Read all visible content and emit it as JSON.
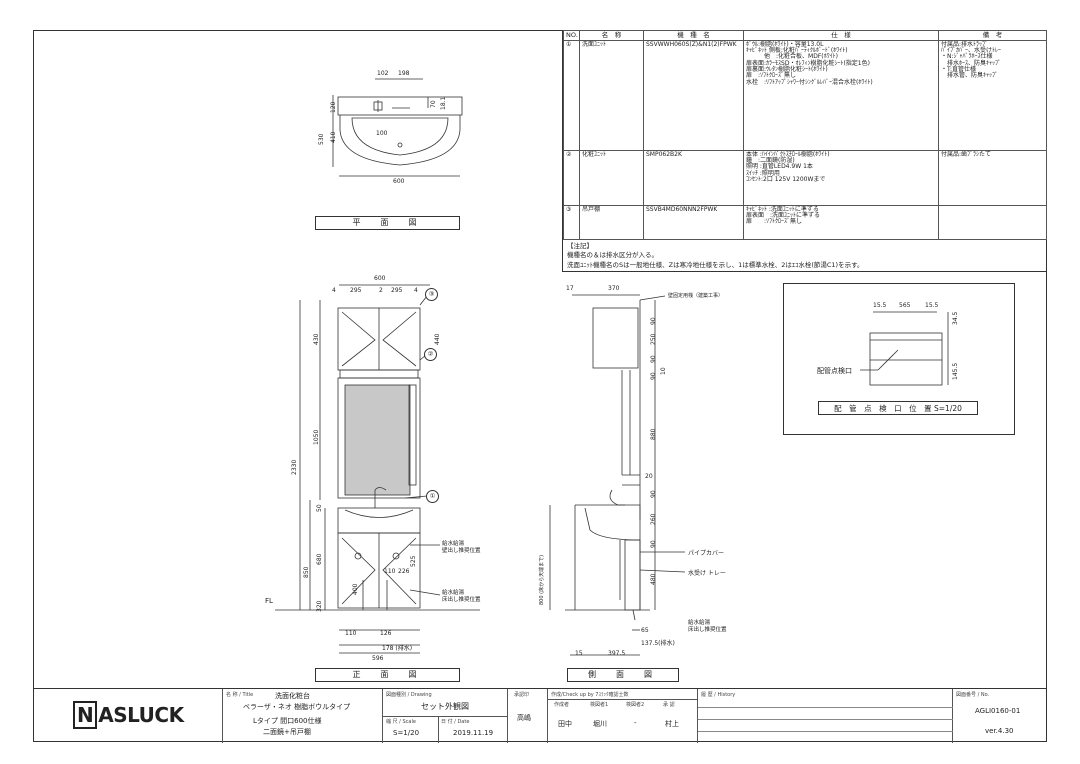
{
  "spec_table": {
    "headers": [
      "NO.",
      "名　称",
      "機　種　名",
      "仕　様",
      "備　考"
    ],
    "rows": [
      {
        "no": "①",
        "name": "洗面ﾕﾆｯﾄ",
        "model": "SSVWWH060S(Z)&N1(2)FPWK",
        "specs": [
          "ﾎﾞｳﾙ:樹脂(ﾎﾜｲﾄ)・容量13.0L",
          "ｷｬﾋﾞﾈｯﾄ 側板:化粧ﾊﾟｰﾃｨｸﾙﾎﾞｰﾄﾞ(ﾎﾜｲﾄ)",
          "　　　他　:化粧合板、MDF(ﾎﾜｲﾄ)",
          "扉表面:ｶﾗｰﾓｽSD・ｵﾚﾌｨﾝ樹脂化粧ｼｰﾄ(指定1色)",
          "扉裏面:ｳﾚﾀﾝ樹脂化粧ｼｰﾄ(ﾎﾜｲﾄ)",
          "扉　:ｿﾌﾄｸﾛｰｽﾞ無し",
          "水栓　:ﾘﾌﾄｱｯﾌﾟｼｬﾜｰ付ｼﾝｸﾞﾙﾚﾊﾞｰ混合水栓(ﾎﾜｲﾄ)"
        ],
        "remarks": [
          "付属品:排水ﾄﾗｯﾌﾟ",
          "ﾊﾟｲﾌﾟｶﾊﾞｰ、水受けﾄﾚｰ",
          "・N:ｼﾞｬﾊﾞﾗﾎｰｽ仕様",
          "　排水ﾎｰｽ、防臭ｷｬｯﾌﾟ",
          "・T:直管仕様",
          "　排水管、防臭ｷｬｯﾌﾟ"
        ]
      },
      {
        "no": "②",
        "name": "化粧ﾕﾆｯﾄ",
        "model": "SMP062B2K",
        "specs": [
          "本体 :ﾊｲｲﾝﾊﾟｸﾄｽﾁﾛｰﾙ樹脂(ﾎﾜｲﾄ)",
          "鏡　:二面鏡(防湿)",
          "照明 :直管LED4.9W 1本",
          "ｽｲｯﾁ :照明用",
          "ｺﾝｾﾝﾄ:2口 125V 1200Wまで"
        ],
        "remarks": [
          "付属品:歯ﾌﾞﾗｼたて"
        ]
      },
      {
        "no": "③",
        "name": "吊戸棚",
        "model": "SSVB4MD60NNN2FPWK",
        "specs": [
          "ｷｬﾋﾞﾈｯﾄ :洗面ﾕﾆｯﾄに準ずる",
          "扉表面　:洗面ﾕﾆｯﾄに準ずる",
          "扉　　:ｿﾌﾄｸﾛｰｽﾞ無し"
        ],
        "remarks": []
      }
    ],
    "notes": [
      "【注記】",
      "機種名の＆は排水区分が入る。",
      "洗面ﾕﾆｯﾄ機種名のSは一般地仕様、Zは寒冷地仕様を示し、1は標準水栓、2はｴｺ水栓(節湯C1)を示す。"
    ]
  },
  "views": {
    "plan": "平　面　図",
    "front": "正　面　図",
    "side": "側　面　図"
  },
  "plan_dims": {
    "d102": "102",
    "d198": "198",
    "d530": "530",
    "d120": "120",
    "d410": "410",
    "d70": "70",
    "d181": "18.1",
    "d100": "100",
    "d600": "600"
  },
  "front_dims": {
    "w600": "600",
    "d4a": "4",
    "d295a": "295",
    "d2": "2",
    "d295b": "295",
    "d4b": "4",
    "h430": "430",
    "h440": "440",
    "h1050": "1050",
    "h2330": "2330",
    "h850": "850",
    "h680": "680",
    "h50": "50",
    "h320": "320",
    "h400": "400",
    "h525": "525",
    "d110": "110",
    "d226": "226",
    "b110": "110",
    "b126": "126",
    "b178": "178 (排水)",
    "b596": "596",
    "fl": "FL",
    "supply_wall": "給水給湯\n壁出し推奨位置",
    "supply_floor": "給水給湯\n床出し推奨位置"
  },
  "side_dims": {
    "d17": "17",
    "d370": "370",
    "h90a": "90",
    "h250": "250",
    "h90b": "90",
    "h90c": "90",
    "h10": "10",
    "h880": "880",
    "d20": "20",
    "h90d": "90",
    "h260": "260",
    "h90e": "90",
    "h480": "480",
    "h800": "800 (床から天端まで)",
    "d65": "65",
    "d137": "137.5(排水)",
    "d15": "15",
    "d397": "397.5",
    "wall_anchor": "壁固定用桟（建築工事）",
    "pipe_cover": "パイプカバー",
    "water_tray": "水受け トレー",
    "supply_floor": "給水給湯\n床出し推奨位置"
  },
  "inspection": {
    "title": "配　管　点　検　口　位　置",
    "scale": "S=1/20",
    "label": "配管点検口",
    "d15a": "15.5",
    "d565": "565",
    "d15b": "15.5",
    "d345": "34.5",
    "d1455": "145.5"
  },
  "titleblock": {
    "logo": "NASLUCK",
    "title_label": "名 称 / Title",
    "title_l1": "洗面化粧台",
    "title_l2": "ベラーザ・ネオ 樹脂ボウルタイプ",
    "title_l3": "Lタイプ 間口600仕様",
    "title_l4": "二面鏡+吊戸棚",
    "drawing_label": "図面種別 / Drawing",
    "drawing": "セット外観図",
    "scale_label": "縮 尺 / Scale",
    "scale": "S=1/20",
    "date_label": "日 付 / Date",
    "date": "2019.11.19",
    "approved_label": "承認印",
    "approved": "高嶋",
    "check_label": "作成/Check up by 7ｽﾗｯｸ確認士数",
    "check_cols": [
      "作成者",
      "検図者1",
      "検図者2",
      "承 認"
    ],
    "check_vals": [
      "田中",
      "堀川",
      "-",
      "村上"
    ],
    "history_label": "履 歴 / History",
    "no_label": "図面番号 / No.",
    "no": "AGLI0160-01",
    "ver": "ver.4.30"
  },
  "callouts": [
    "①",
    "②",
    "③"
  ]
}
